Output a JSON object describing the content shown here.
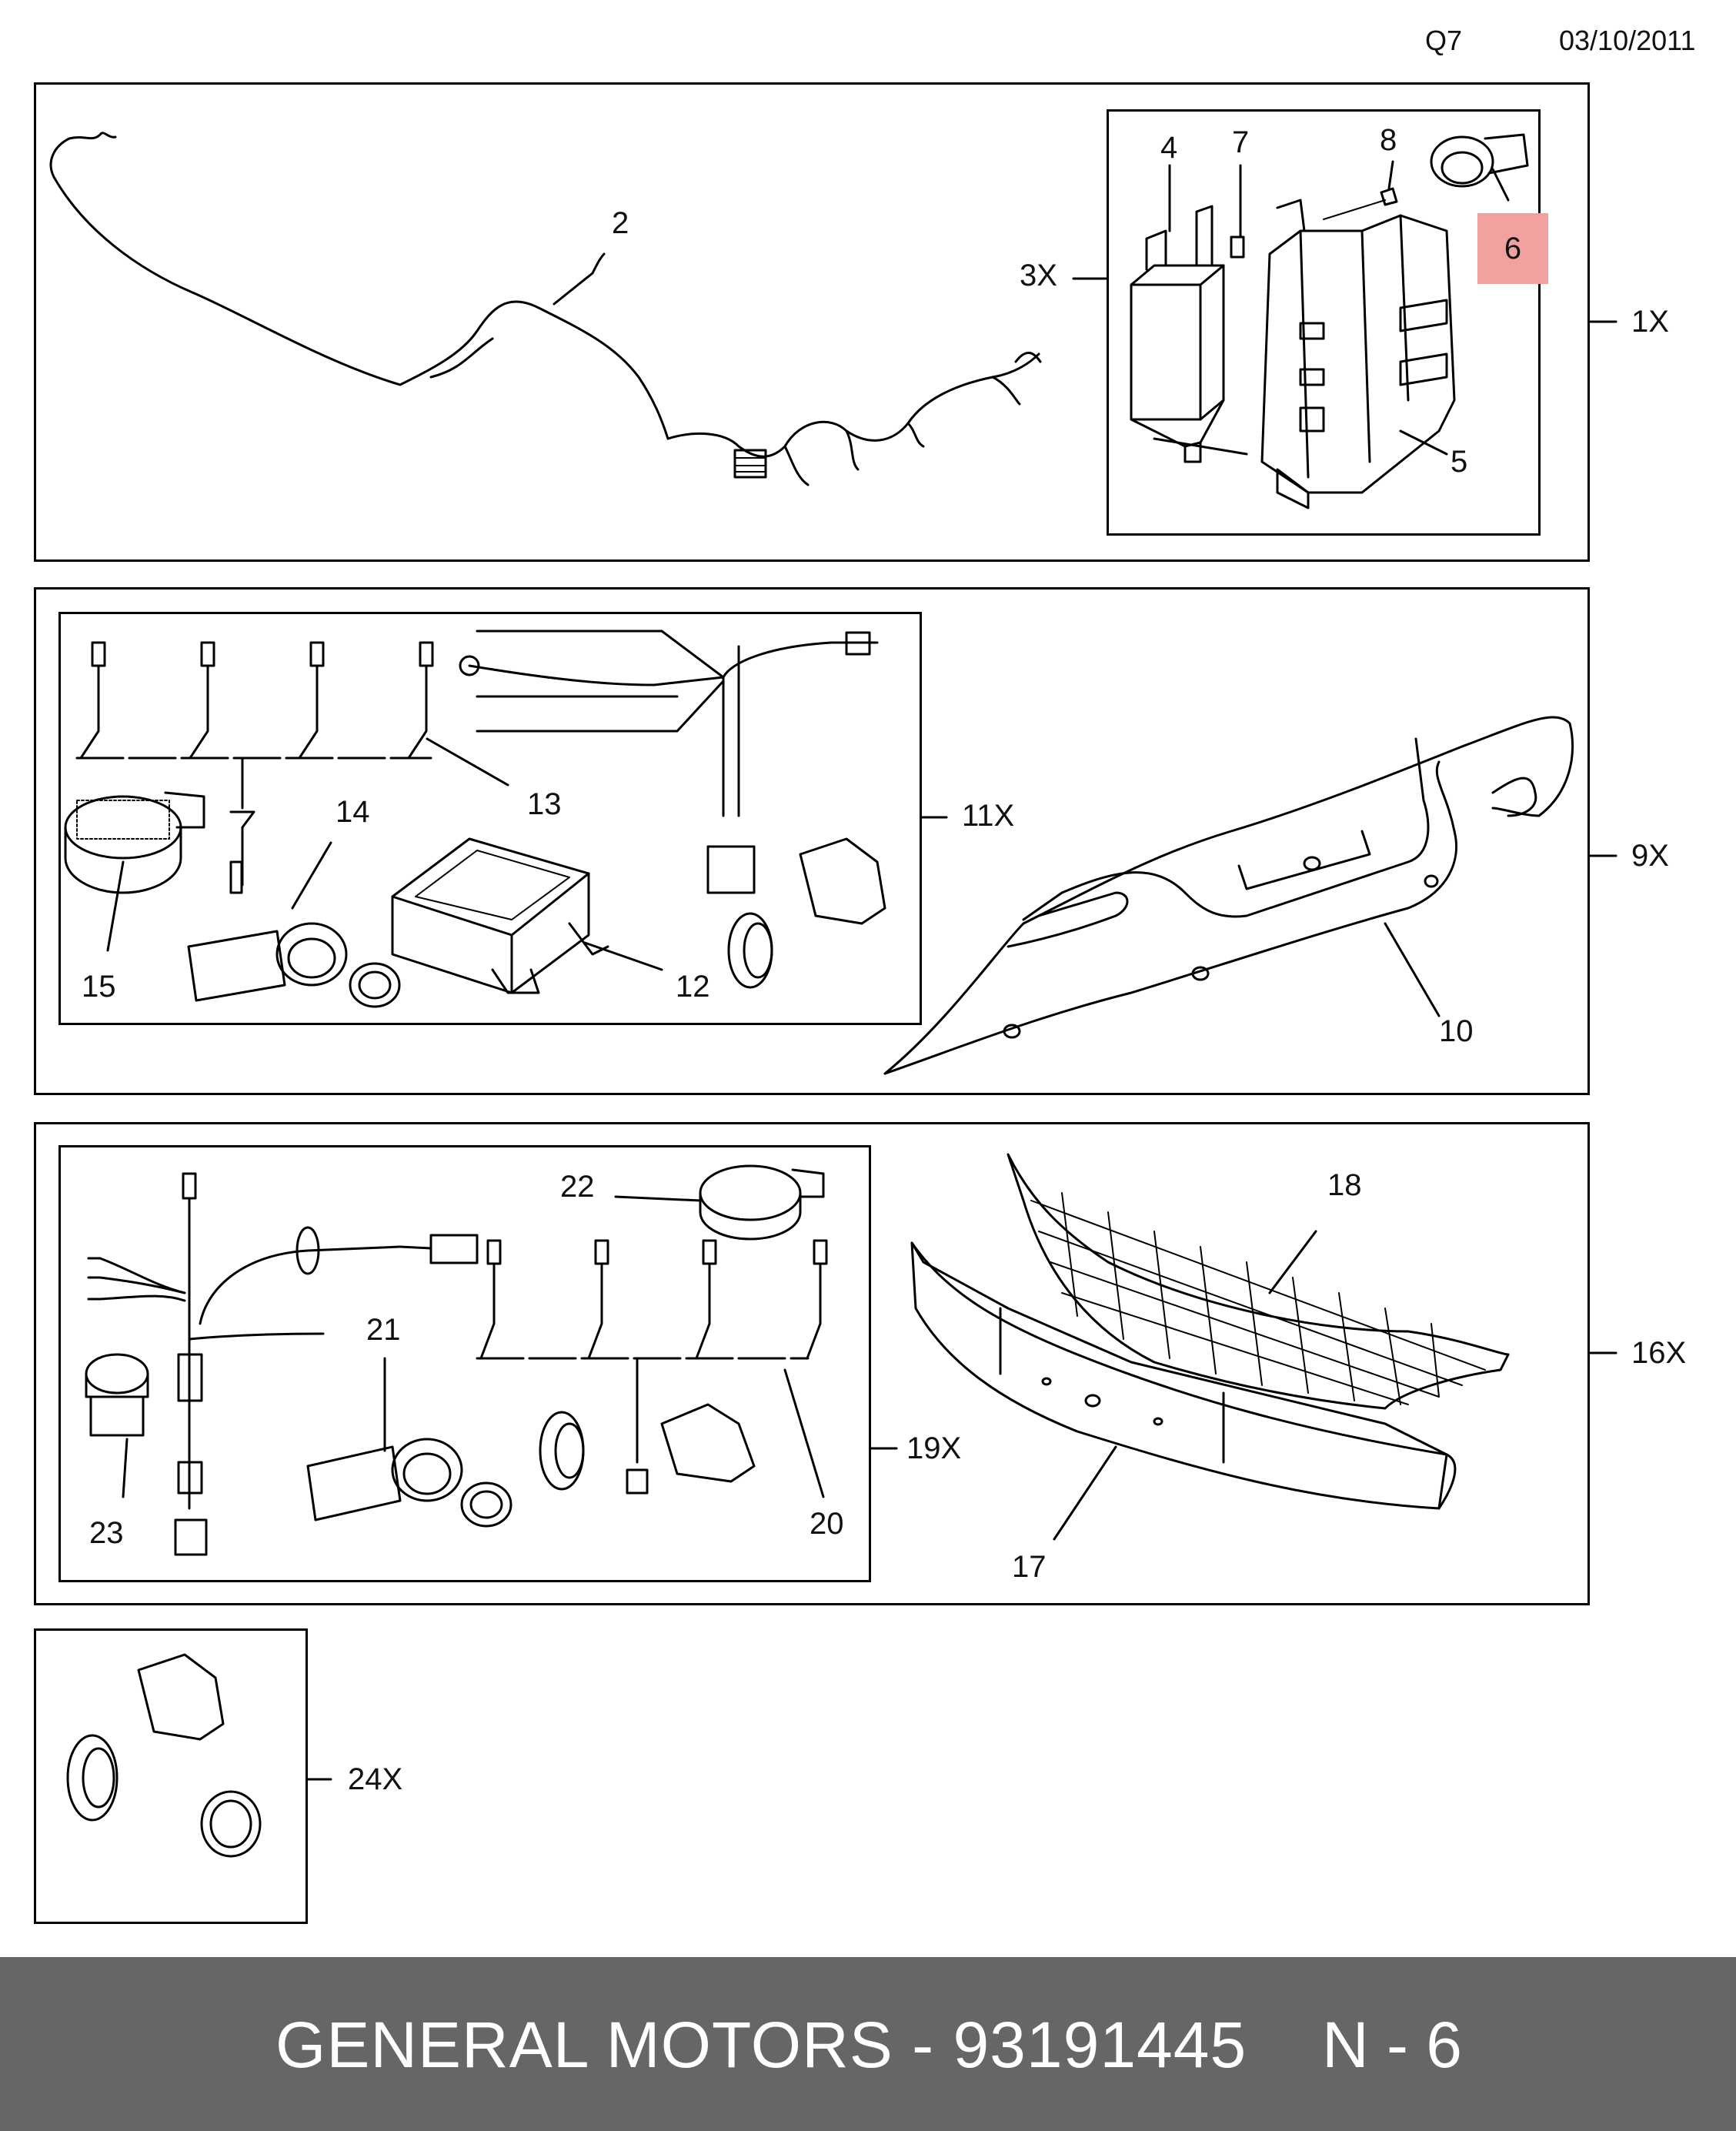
{
  "header": {
    "code": "Q7",
    "date": "03/10/2011"
  },
  "callouts": {
    "c1x": "1X",
    "c2": "2",
    "c3x": "3X",
    "c4": "4",
    "c5": "5",
    "c6": "6",
    "c7": "7",
    "c8": "8",
    "c9x": "9X",
    "c10": "10",
    "c11x": "11X",
    "c12": "12",
    "c13": "13",
    "c14": "14",
    "c15": "15",
    "c16x": "16X",
    "c17": "17",
    "c18": "18",
    "c19x": "19X",
    "c20": "20",
    "c21": "21",
    "c22": "22",
    "c23": "23",
    "c24x": "24X"
  },
  "highlight_color": "#f3a0a0",
  "footer": {
    "brand_part": "GENERAL MOTORS - 93191445",
    "page": "N - 6",
    "bg_color": "#666666"
  }
}
